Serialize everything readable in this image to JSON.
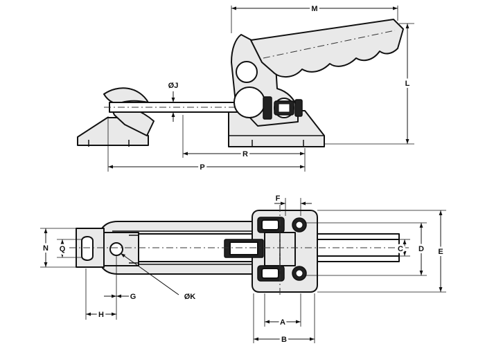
{
  "dimension_labels": {
    "m": "M",
    "l": "L",
    "j": "ØJ",
    "r": "R",
    "p": "P",
    "f": "F",
    "n": "N",
    "q": "Q",
    "c": "C",
    "d": "D",
    "e": "E",
    "g": "G",
    "k": "ØK",
    "h": "H",
    "a": "A",
    "b": "B"
  }
}
